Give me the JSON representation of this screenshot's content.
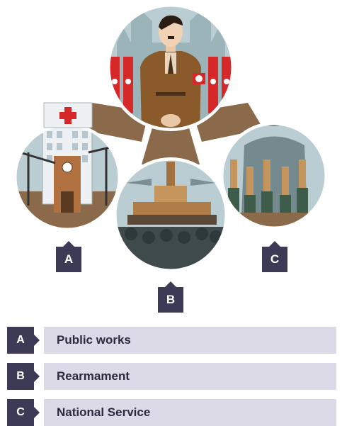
{
  "markers": {
    "a": "A",
    "b": "B",
    "c": "C"
  },
  "legend": [
    {
      "letter": "A",
      "label": "Public works"
    },
    {
      "letter": "B",
      "label": "Rearmament"
    },
    {
      "letter": "C",
      "label": "National Service"
    }
  ],
  "colors": {
    "dark": "#3d3a55",
    "legend_bg": "#dcdae6",
    "connector": "#8a6a4a",
    "sky": "#b9cdd2",
    "uniform": "#8b5a2b",
    "flag_red": "#d62828"
  },
  "icons": [
    "red-cross-icon",
    "swastika-icon",
    "crane-icon",
    "tank-icon",
    "plane-icon"
  ]
}
